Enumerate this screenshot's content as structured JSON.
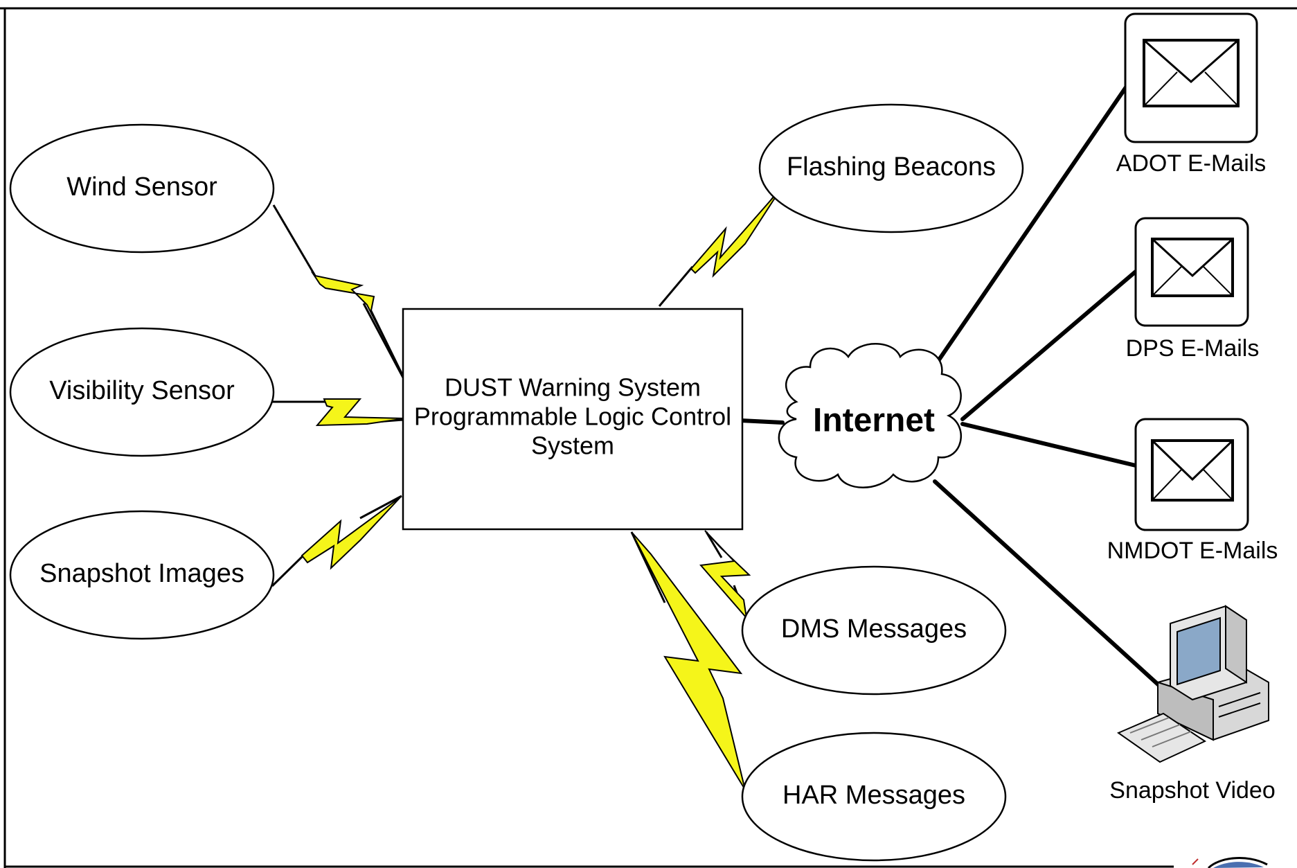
{
  "diagram": {
    "controller": {
      "line1": "DUST Warning System",
      "line2": "Programmable Logic Control",
      "line3": "System"
    },
    "inputs": [
      {
        "label": "Wind Sensor"
      },
      {
        "label": "Visibility Sensor"
      },
      {
        "label": "Snapshot Images"
      }
    ],
    "outputs": [
      {
        "label": "Flashing Beacons"
      },
      {
        "label": "DMS Messages"
      },
      {
        "label": "HAR Messages"
      }
    ],
    "network": {
      "label": "Internet"
    },
    "recipients": [
      {
        "label": "ADOT E-Mails",
        "icon": "envelope-icon"
      },
      {
        "label": "DPS E-Mails",
        "icon": "envelope-icon"
      },
      {
        "label": "NMDOT E-Mails",
        "icon": "envelope-icon"
      },
      {
        "label": "Snapshot Video",
        "icon": "computer-icon"
      }
    ],
    "colors": {
      "wireless_link": "#f5f51a",
      "line": "#000000",
      "background": "#ffffff"
    }
  }
}
